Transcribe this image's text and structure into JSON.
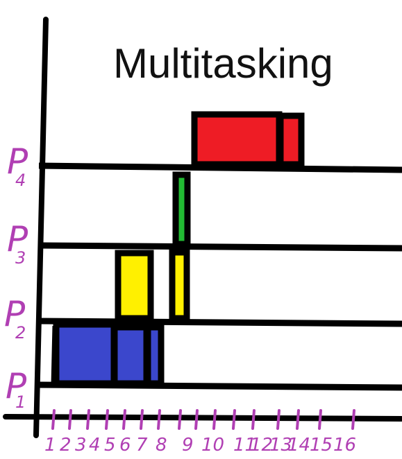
{
  "title": "Multitasking",
  "processes": [
    {
      "letter": "P",
      "index": "1"
    },
    {
      "letter": "P",
      "index": "2"
    },
    {
      "letter": "P",
      "index": "3"
    },
    {
      "letter": "P",
      "index": "4"
    }
  ],
  "time_labels": [
    "1",
    "2",
    "3",
    "4",
    "5",
    "6",
    "7",
    "8",
    "9",
    "10",
    "11",
    "12",
    "13",
    "14",
    "15",
    "16"
  ],
  "colors": {
    "axis": "#000000",
    "label": "#b03fb3",
    "p1": "#3b47cc",
    "p2": "#fff000",
    "p3": "#22bb33",
    "p4": "#ee1c25"
  }
}
